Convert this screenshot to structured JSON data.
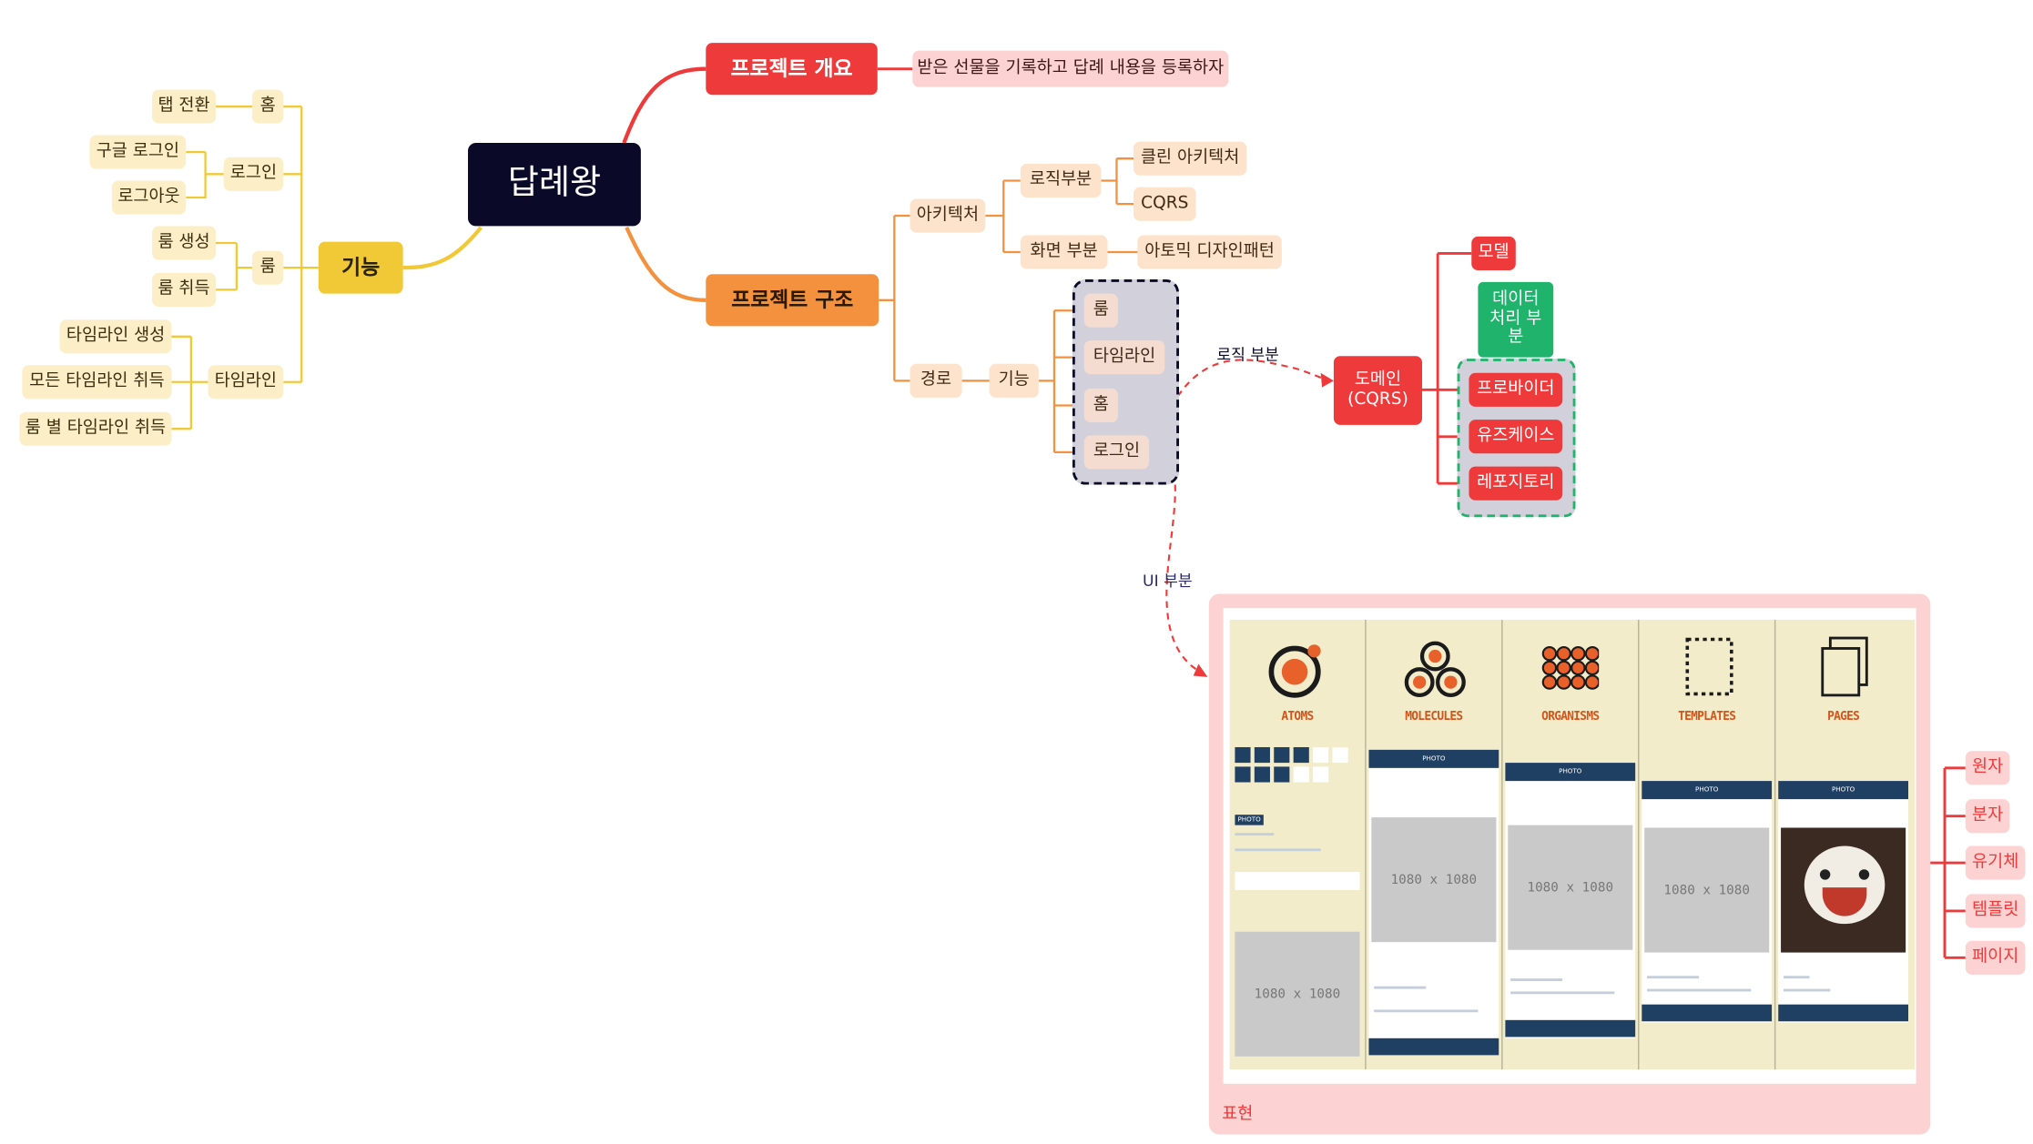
{
  "root": {
    "label": "답례왕"
  },
  "branches": {
    "overview": {
      "label": "프로젝트 개요",
      "detail": "받은 선물을 기록하고 답례 내용을 등록하자"
    },
    "features": {
      "label": "기능",
      "home": {
        "label": "홈",
        "items": [
          "탭 전환"
        ]
      },
      "login": {
        "label": "로그인",
        "items": [
          "구글 로그인",
          "로그아웃"
        ]
      },
      "room": {
        "label": "룸",
        "items": [
          "룸 생성",
          "룸 취득"
        ]
      },
      "timeline": {
        "label": "타임라인",
        "items": [
          "타임라인 생성",
          "모든 타임라인 취득",
          "룸 별 타임라인 취득"
        ]
      }
    },
    "structure": {
      "label": "프로젝트 구조",
      "architecture": {
        "label": "아키텍처",
        "logic": {
          "label": "로직부분",
          "items": [
            "클린 아키텍처",
            "CQRS"
          ]
        },
        "screen": {
          "label": "화면 부분",
          "items": [
            "아토믹 디자인패턴"
          ]
        }
      },
      "route": {
        "label": "경로",
        "feature": {
          "label": "기능",
          "items": [
            "룸",
            "타임라인",
            "홈",
            "로그인"
          ]
        }
      }
    }
  },
  "relations": {
    "logic_part": "로직 부분",
    "ui_part": "UI 부분"
  },
  "domain": {
    "label": "도메인\n(CQRS)",
    "model": "모델",
    "data_processing": "데이터\n처리 부\n분",
    "layers": [
      "프로바이더",
      "유즈케이스",
      "레포지토리"
    ]
  },
  "representation": {
    "label": "표현",
    "levels": [
      "원자",
      "분자",
      "유기체",
      "템플릿",
      "페이지"
    ],
    "image": {
      "columns": [
        "ATOMS",
        "MOLECULES",
        "ORGANISMS",
        "TEMPLATES",
        "PAGES"
      ],
      "photo_header": "PHOTO",
      "placeholder": "1080 x 1080"
    }
  },
  "colors": {
    "root": "#0a0a28",
    "features": "#f1c937",
    "overview": "#ee3a3a",
    "structure": "#f3913f",
    "domain": "#ee3a3a",
    "data_processing": "#1fb36b",
    "atomic_orange": "#e8612a"
  }
}
